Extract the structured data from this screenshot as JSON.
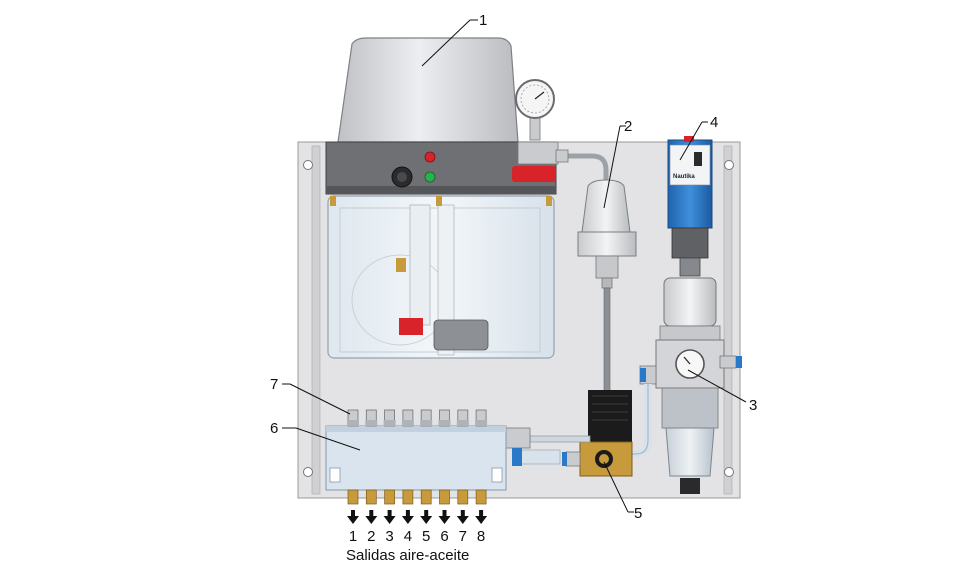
{
  "diagram": {
    "callouts": [
      "1",
      "2",
      "3",
      "4",
      "5",
      "6",
      "7"
    ],
    "outlets": [
      "1",
      "2",
      "3",
      "4",
      "5",
      "6",
      "7",
      "8"
    ],
    "caption": "Salidas aire-aceite",
    "switch_brand": "Nautika"
  },
  "colors": {
    "panel": "#e3e3e5",
    "reservoir_cover": "#d8d9dc",
    "pump_head": "#6f7073",
    "pressure_switch": "#2a78c8",
    "red_accent": "#d8232a",
    "green_lamp": "#27b24a",
    "brass": "#c79a3c",
    "mixing_block": "#1b1b1b",
    "manifold": "#d9e4ef"
  }
}
